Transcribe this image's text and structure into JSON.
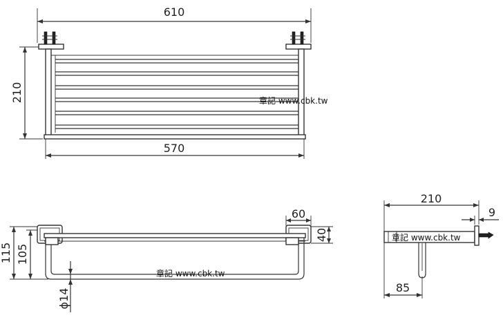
{
  "front_view": {
    "dim_overall_width": "610",
    "dim_height": "210",
    "dim_bar_width": "570",
    "watermark": "章記 www.cbk.tw"
  },
  "top_view": {
    "dim_depth_total": "115",
    "dim_depth_inner": "105",
    "dim_bracket_width": "60",
    "dim_bracket_height": "40",
    "dim_tube_diameter": "ϕ14",
    "watermark": "章記 www.cbk.tw"
  },
  "side_view": {
    "dim_depth": "210",
    "dim_plate": "9",
    "dim_drop": "85",
    "watermark": "章記 www.cbk.tw"
  }
}
